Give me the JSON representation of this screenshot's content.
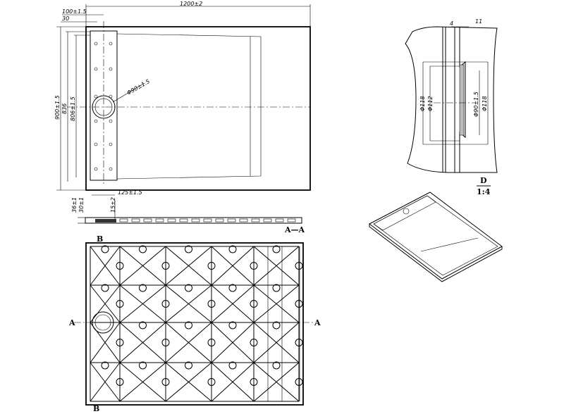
{
  "top_view": {
    "dims": {
      "width": "1200±2",
      "channel": "100±1.5",
      "edge": "30",
      "depth": "900±1.5",
      "inner": "836",
      "inner2": "806±1.5",
      "drain": "Φ90±1.5",
      "offset": "125±1.5"
    }
  },
  "section": {
    "dims": {
      "h1": "36±1",
      "h2": "30±1",
      "h3": "15±2"
    },
    "label": "A—A"
  },
  "bottom_view": {
    "cut_b_top": "B",
    "cut_b_bottom": "B",
    "cut_a_left": "A",
    "cut_a_right": "A"
  },
  "detail": {
    "dims": {
      "d1": "4",
      "d2": "11",
      "phi118a": "Φ118",
      "phi112": "Φ112",
      "phi90": "Φ90±1.5",
      "phi118b": "Φ118"
    },
    "name": "D",
    "scale": "1:4"
  }
}
